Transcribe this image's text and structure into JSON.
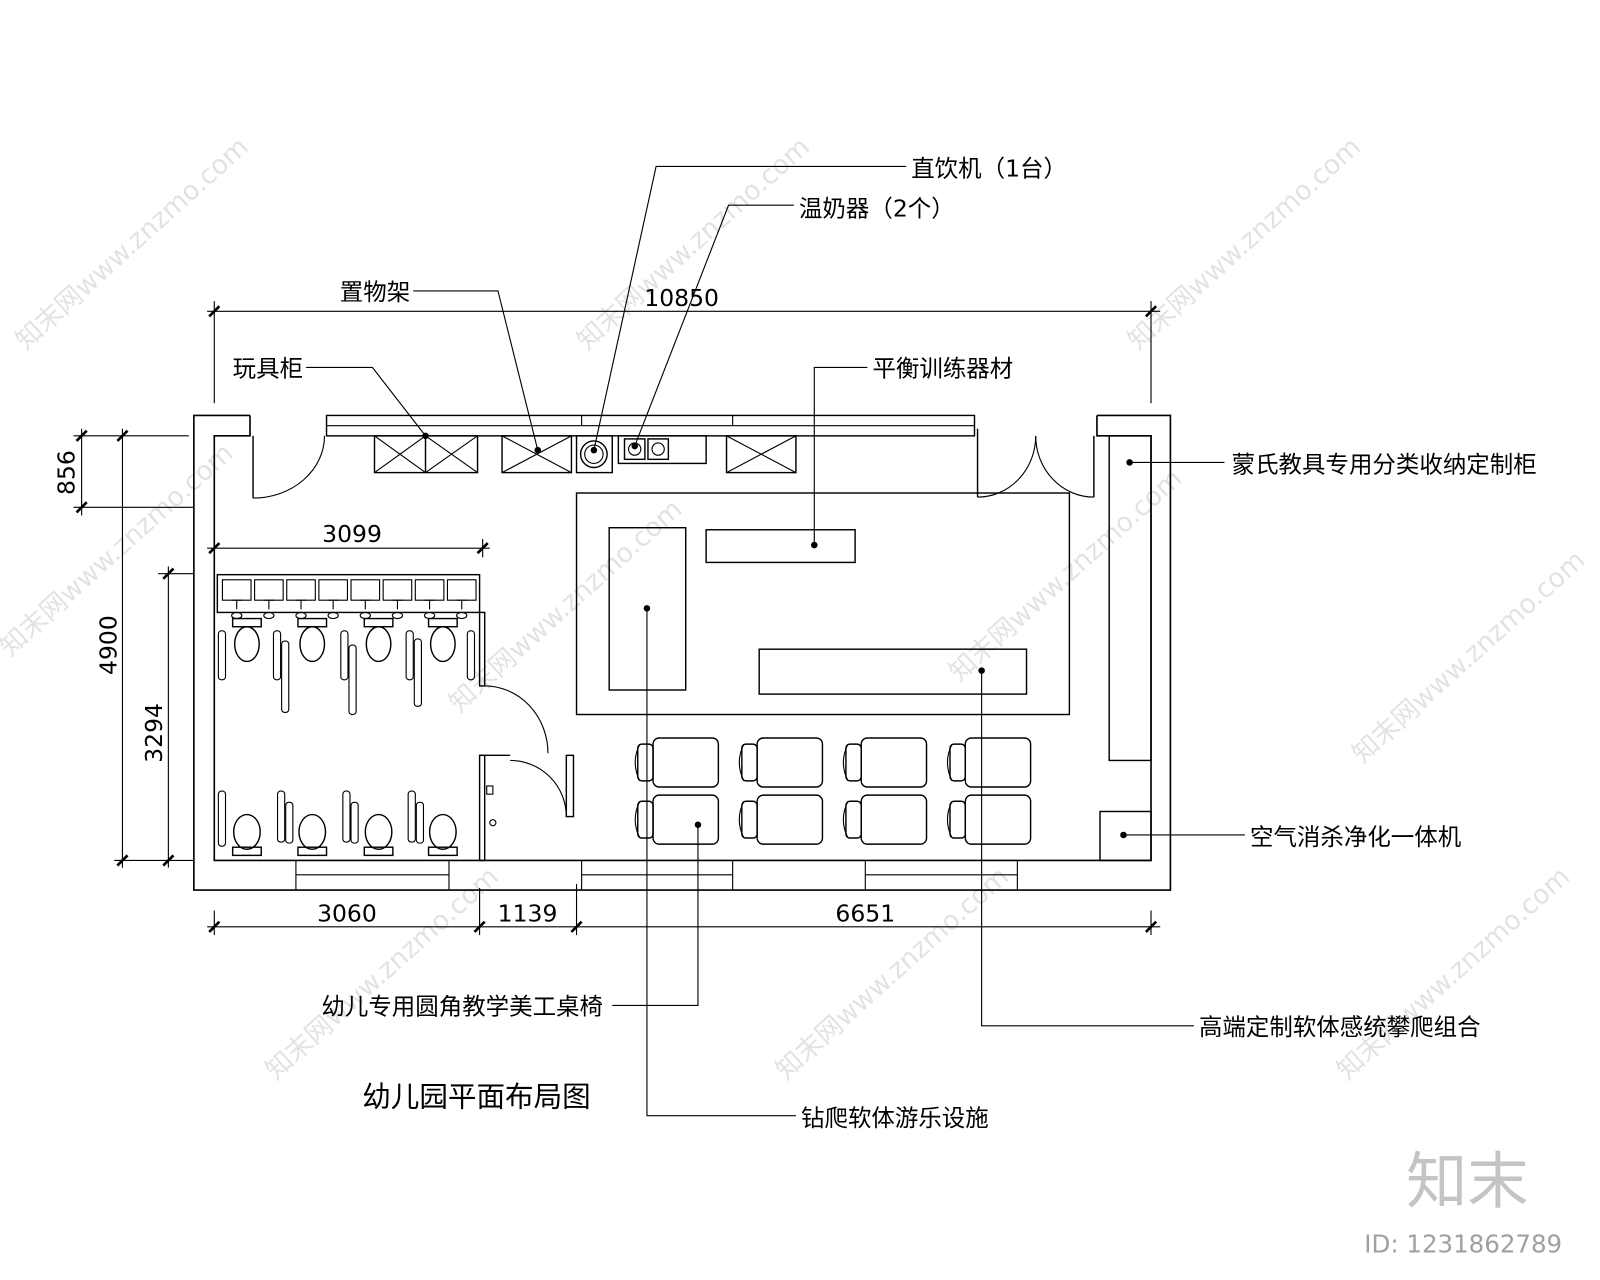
{
  "title": "幼儿园平面布局图",
  "labels": {
    "water_dispenser": "直饮机（1台）",
    "milk_warmer": "温奶器（2个）",
    "shelf": "置物架",
    "toy_cabinet": "玩具柜",
    "balance_equipment": "平衡训练器材",
    "montessori_cabinet": "蒙氏教具专用分类收纳定制柜",
    "air_purifier": "空气消杀净化一体机",
    "tables_chairs": "幼儿专用圆角教学美工桌椅",
    "climbing_combo": "高端定制软体感统攀爬组合",
    "crawl_facility": "钻爬软体游乐设施"
  },
  "dimensions": {
    "overall_width": "10850",
    "top_depth": "856",
    "total_depth": "4900",
    "washroom_depth": "3294",
    "washroom_width": "3099",
    "bottom_left": "3060",
    "bottom_middle": "1139",
    "bottom_right": "6651"
  },
  "watermark": {
    "text": "知末网www.znzmo.com",
    "logo": "知末",
    "id": "ID: 1231862789"
  }
}
